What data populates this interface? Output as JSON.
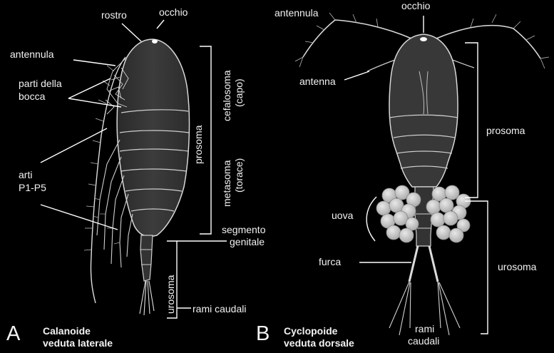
{
  "panel_a": {
    "letter": "A",
    "caption_line1": "Calanoide",
    "caption_line2": "veduta laterale",
    "labels": {
      "rostro": "rostro",
      "occhio": "occhio",
      "antennula": "antennula",
      "parti_bocca_1": "parti della",
      "parti_bocca_2": "bocca",
      "arti_1": "arti",
      "arti_2": "P1-P5",
      "prosoma": "prosoma",
      "cefalosoma_1": "cefalosoma",
      "cefalosoma_2": "(capo)",
      "metasoma_1": "metasoma",
      "metasoma_2": "(torace)",
      "segmento_1": "segmento",
      "segmento_2": "genitale",
      "urosoma": "urosoma",
      "rami_caudali": "rami caudali"
    }
  },
  "panel_b": {
    "letter": "B",
    "caption_line1": "Cyclopoide",
    "caption_line2": "veduta dorsale",
    "labels": {
      "antennula": "antennula",
      "occhio": "occhio",
      "antenna": "antenna",
      "prosoma": "prosoma",
      "uova": "uova",
      "furca": "furca",
      "urosoma": "urosoma",
      "rami_1": "rami",
      "rami_2": "caudali"
    }
  }
}
